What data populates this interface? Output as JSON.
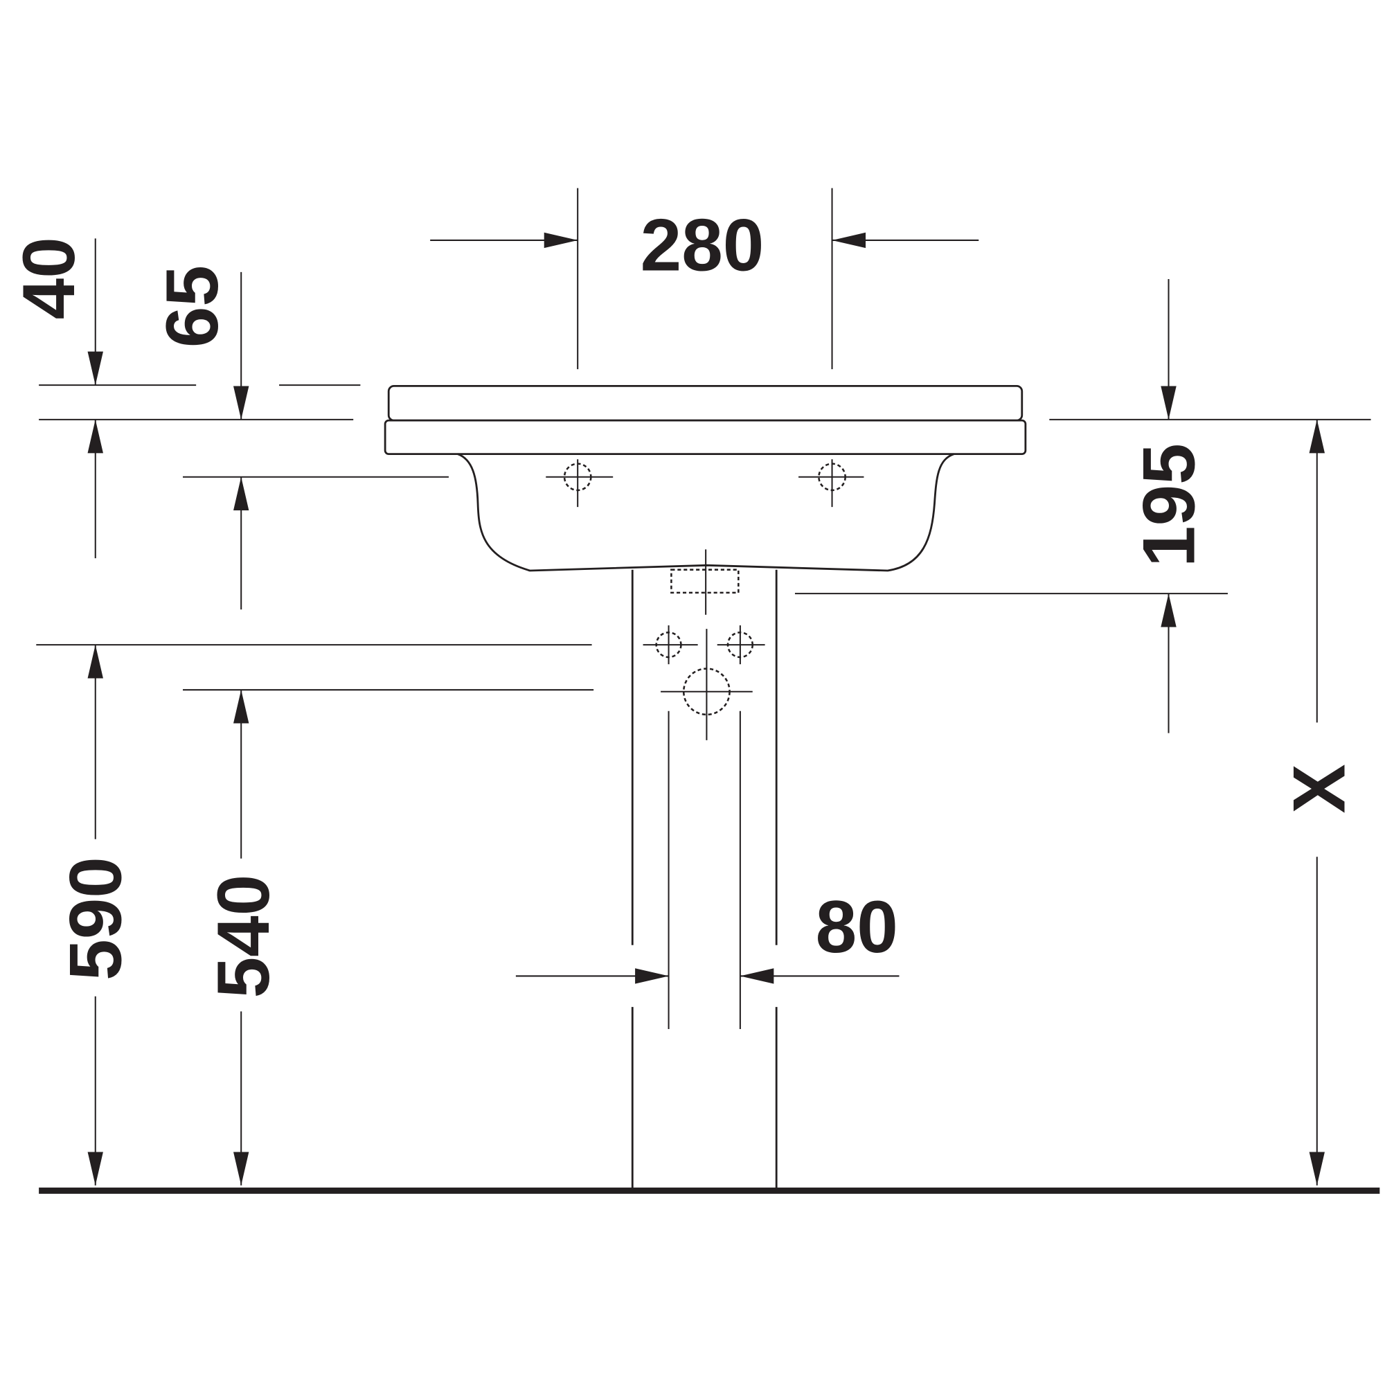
{
  "dimensions": {
    "tap_spacing": "280",
    "rim_thickness": "40",
    "overflow_offset": "65",
    "basin_depth": "195",
    "height_590": "590",
    "height_540": "540",
    "pedestal_gap": "80",
    "variable_height": "X"
  },
  "colors": {
    "ink": "#231f20",
    "background": "#ffffff"
  }
}
